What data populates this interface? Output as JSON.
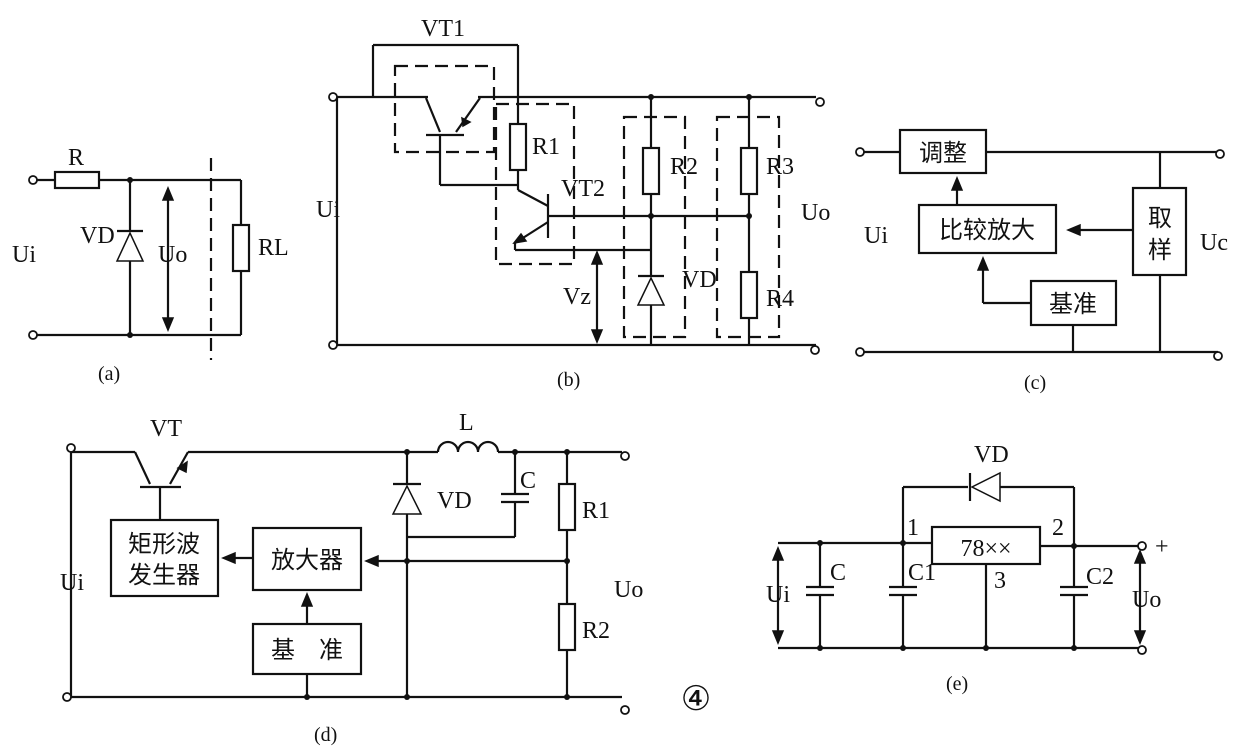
{
  "figure_number": "④",
  "a": {
    "caption": "(a)",
    "labels": {
      "R": "R",
      "VD": "VD",
      "Ui": "Ui",
      "Uo": "Uo",
      "RL": "RL"
    }
  },
  "b": {
    "caption": "(b)",
    "labels": {
      "VT1": "VT1",
      "VT2": "VT2",
      "R1": "R1",
      "R2": "R2",
      "R3": "R3",
      "R4": "R4",
      "VD": "VD",
      "Ui": "Ui",
      "Uo": "Uo",
      "Vz": "Vz"
    }
  },
  "c": {
    "caption": "(c)",
    "blocks": {
      "adjust": "调整",
      "compare_amp": "比较放大",
      "sample": "取样",
      "reference": "基准"
    },
    "labels": {
      "Ui": "Ui",
      "Uc": "Uc"
    }
  },
  "d": {
    "caption": "(d)",
    "blocks": {
      "square_wave_line1": "矩形波",
      "square_wave_line2": "发生器",
      "amplifier": "放大器",
      "reference": "基　准"
    },
    "labels": {
      "VT": "VT",
      "L": "L",
      "C": "C",
      "VD": "VD",
      "R1": "R1",
      "R2": "R2",
      "Ui": "Ui",
      "Uo": "Uo"
    }
  },
  "e": {
    "caption": "(e)",
    "regulator": "78××",
    "labels": {
      "VD": "VD",
      "C": "C",
      "C1": "C1",
      "C2": "C2",
      "Ui": "Ui",
      "Uo": "Uo",
      "plus": "+",
      "pin1": "1",
      "pin2": "2",
      "pin3": "3"
    }
  }
}
